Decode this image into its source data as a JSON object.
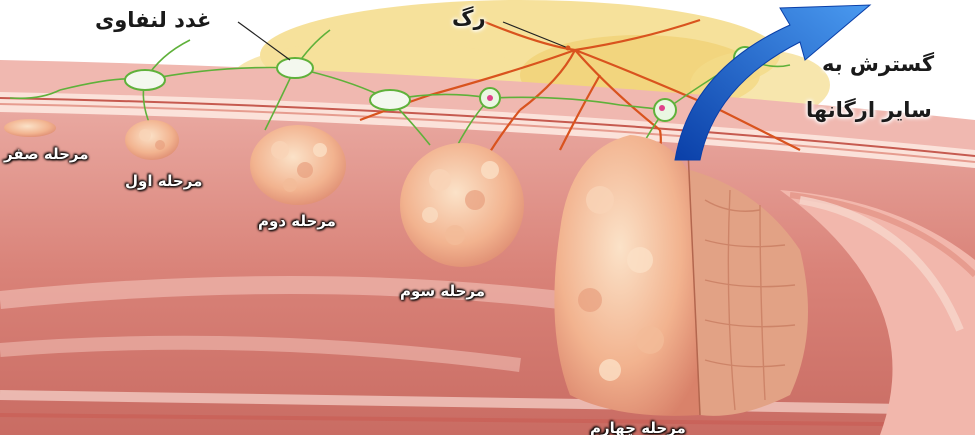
{
  "labels": {
    "lymph_node": "غدد لنفاوی",
    "vessel": "رگ",
    "spread_line1": "گسترش به",
    "spread_line2": "سایر ارگانها",
    "stage0": "مرحله صفر",
    "stage1": "مرحله اول",
    "stage2": "مرحله دوم",
    "stage3": "مرحله سوم",
    "stage4": "مرحله چهارم"
  },
  "colors": {
    "tissue": "#e89a94",
    "mucosa": "#f2b7ac",
    "fat": "#f4dc8a",
    "vessel": "#d9531e",
    "lymph": "#5fb13a",
    "arrow": "#1e63d6",
    "tumor": "#f3b898"
  },
  "icons": {
    "spread_arrow": "curved-arrow-icon"
  }
}
